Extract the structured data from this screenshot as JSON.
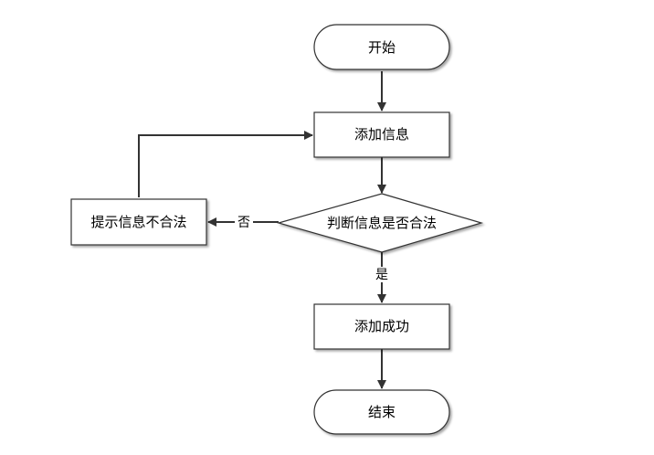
{
  "flowchart": {
    "start_label": "开始",
    "add_info_label": "添加信息",
    "decision_label": "判断信息是否合法",
    "invalid_prompt_label": "提示信息不合法",
    "success_label": "添加成功",
    "end_label": "结束",
    "no_label": "否",
    "yes_label": "是"
  }
}
